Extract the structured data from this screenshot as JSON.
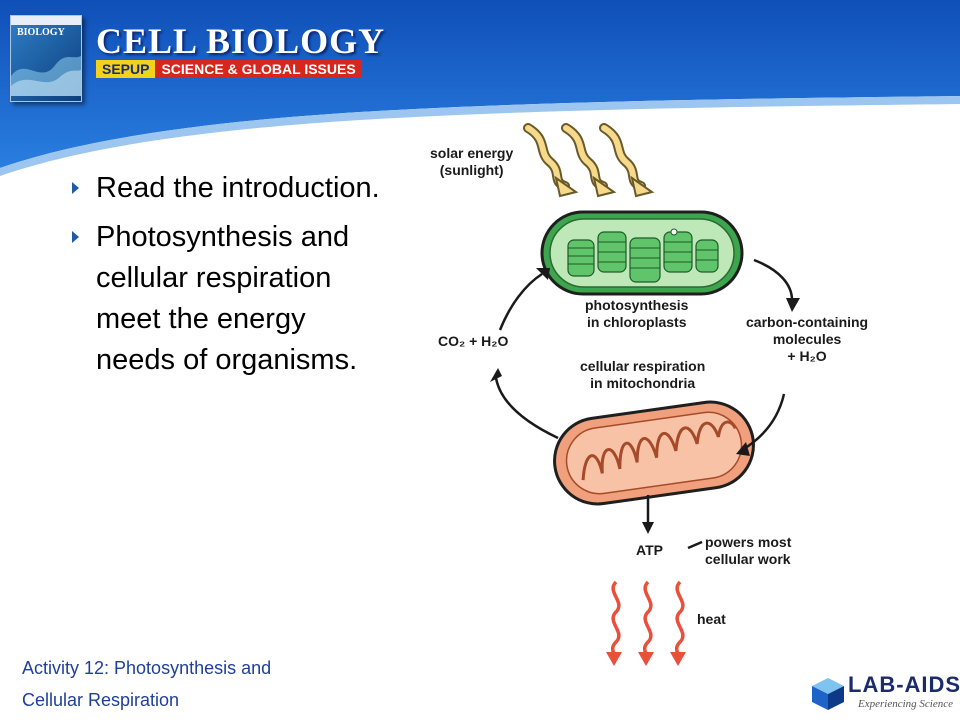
{
  "header": {
    "title": "CELL BIOLOGY",
    "sepup_label": "SEPUP",
    "issues_label": "SCIENCE & GLOBAL ISSUES",
    "book_title": "BIOLOGY"
  },
  "bullets": [
    "Read the introduction.",
    "Photosynthesis and cellular respiration meet the energy needs of organisms."
  ],
  "footer": {
    "line1": "Activity 12: Photosynthesis and",
    "line2": "Cellular Respiration"
  },
  "logo": {
    "name": "LAB-AIDS",
    "tagline": "Experiencing Science"
  },
  "diagram": {
    "solar_line1": "solar energy",
    "solar_line2": "(sunlight)",
    "photo_line1": "photosynthesis",
    "photo_line2": "in chloroplasts",
    "carbon_line1": "carbon-containing",
    "carbon_line2": "molecules",
    "carbon_line3": "+ H₂O",
    "co2_label": "CO₂ + H₂O",
    "resp_line1": "cellular respiration",
    "resp_line2": "in mitochondria",
    "atp_label": "ATP",
    "powers_line1": "powers most",
    "powers_line2": "cellular work",
    "heat_label": "heat"
  },
  "colors": {
    "header_blue": "#1e63c8",
    "chloroplast_green": "#5fc46a",
    "mitochondria_orange": "#f0a07c",
    "heat_red": "#e8503a",
    "sun_yellow": "#f6d98a"
  }
}
